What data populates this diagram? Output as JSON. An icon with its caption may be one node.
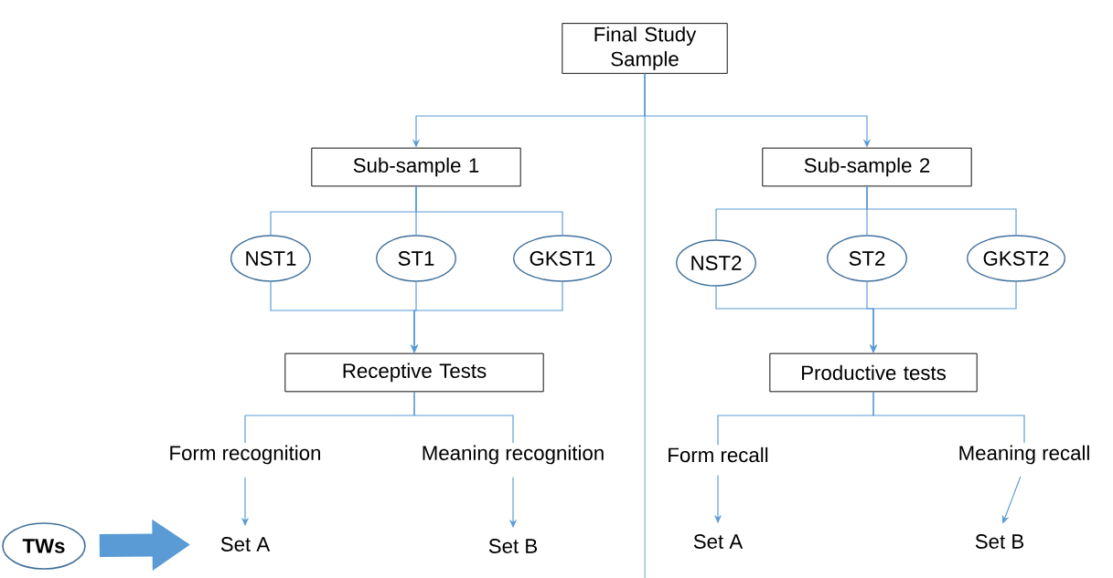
{
  "diagram": {
    "nodes": [
      {
        "text": [
          "Final Study Sample"
        ]
      },
      {
        "text": [
          "Sub-sample 1"
        ]
      },
      {
        "text": [
          "Sub-sample 2"
        ]
      },
      {
        "text": [
          "NST1"
        ]
      },
      {
        "text": [
          "ST1"
        ]
      },
      {
        "text": [
          "GKST1"
        ]
      },
      {
        "text": [
          "NST2"
        ]
      },
      {
        "text": [
          "ST2"
        ]
      },
      {
        "text": [
          "GKST2"
        ]
      },
      {
        "text": [
          "Receptive Tests"
        ]
      },
      {
        "text": [
          "Productive tests"
        ]
      },
      {
        "text": [
          "Form recognition"
        ]
      },
      {
        "text": [
          "Meaning recognition"
        ]
      },
      {
        "text": [
          "Form recall"
        ]
      },
      {
        "text": [
          "Meaning recall"
        ]
      },
      {
        "text": [
          "Set A"
        ]
      },
      {
        "text": [
          "Set B"
        ]
      },
      {
        "text": [
          "Set A"
        ]
      },
      {
        "text": [
          "Set B"
        ]
      },
      {
        "text": [
          "TWs"
        ]
      }
    ],
    "edges": [
      {
        "from": 0,
        "to": 1,
        "arrow": "to"
      },
      {
        "from": 0,
        "to": 2,
        "arrow": "to"
      },
      {
        "from": 1,
        "to": 3,
        "arrow": "none"
      },
      {
        "from": 1,
        "to": 4,
        "arrow": "none"
      },
      {
        "from": 1,
        "to": 5,
        "arrow": "none"
      },
      {
        "from": 2,
        "to": 6,
        "arrow": "none"
      },
      {
        "from": 2,
        "to": 7,
        "arrow": "none"
      },
      {
        "from": 2,
        "to": 8,
        "arrow": "none"
      },
      {
        "from": 3,
        "to": 9,
        "arrow": "to"
      },
      {
        "from": 4,
        "to": 9,
        "arrow": "to"
      },
      {
        "from": 5,
        "to": 9,
        "arrow": "to"
      },
      {
        "from": 6,
        "to": 10,
        "arrow": "to"
      },
      {
        "from": 7,
        "to": 10,
        "arrow": "to"
      },
      {
        "from": 8,
        "to": 10,
        "arrow": "to"
      },
      {
        "from": 9,
        "to": 11,
        "arrow": "none"
      },
      {
        "from": 9,
        "to": 12,
        "arrow": "none"
      },
      {
        "from": 10,
        "to": 13,
        "arrow": "none"
      },
      {
        "from": 10,
        "to": 14,
        "arrow": "none"
      },
      {
        "from": 11,
        "to": 15,
        "arrow": "to"
      },
      {
        "from": 12,
        "to": 16,
        "arrow": "to"
      },
      {
        "from": 13,
        "to": 17,
        "arrow": "to"
      },
      {
        "from": 14,
        "to": 18,
        "arrow": "to"
      },
      {
        "from": 19,
        "to": 15,
        "arrow": "to",
        "style": "thick"
      }
    ]
  }
}
